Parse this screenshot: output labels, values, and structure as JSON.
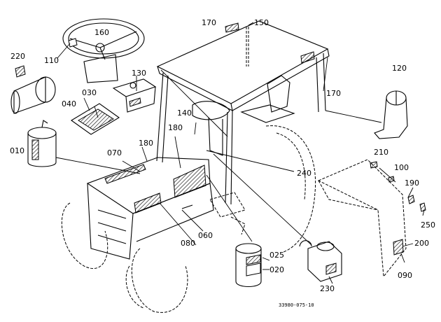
{
  "callouts": [
    {
      "id": "c170a",
      "text": "170"
    },
    {
      "id": "c150",
      "text": "150"
    },
    {
      "id": "c160",
      "text": "160"
    },
    {
      "id": "c220",
      "text": "220"
    },
    {
      "id": "c110",
      "text": "110"
    },
    {
      "id": "c130",
      "text": "130"
    },
    {
      "id": "c030",
      "text": "030"
    },
    {
      "id": "c040",
      "text": "040"
    },
    {
      "id": "c120",
      "text": "120"
    },
    {
      "id": "c170b",
      "text": "170"
    },
    {
      "id": "c140",
      "text": "140"
    },
    {
      "id": "c180a",
      "text": "180"
    },
    {
      "id": "c180b",
      "text": "180"
    },
    {
      "id": "c010",
      "text": "010"
    },
    {
      "id": "c070",
      "text": "070"
    },
    {
      "id": "c210",
      "text": "210"
    },
    {
      "id": "c100",
      "text": "100"
    },
    {
      "id": "c240",
      "text": "240"
    },
    {
      "id": "c190",
      "text": "190"
    },
    {
      "id": "c250",
      "text": "250"
    },
    {
      "id": "c060",
      "text": "060"
    },
    {
      "id": "c080",
      "text": "080"
    },
    {
      "id": "c025",
      "text": "025"
    },
    {
      "id": "c020",
      "text": "020"
    },
    {
      "id": "c200",
      "text": "200"
    },
    {
      "id": "c090",
      "text": "090"
    },
    {
      "id": "c230",
      "text": "230"
    }
  ],
  "footer": {
    "code": "33980-075-10"
  }
}
